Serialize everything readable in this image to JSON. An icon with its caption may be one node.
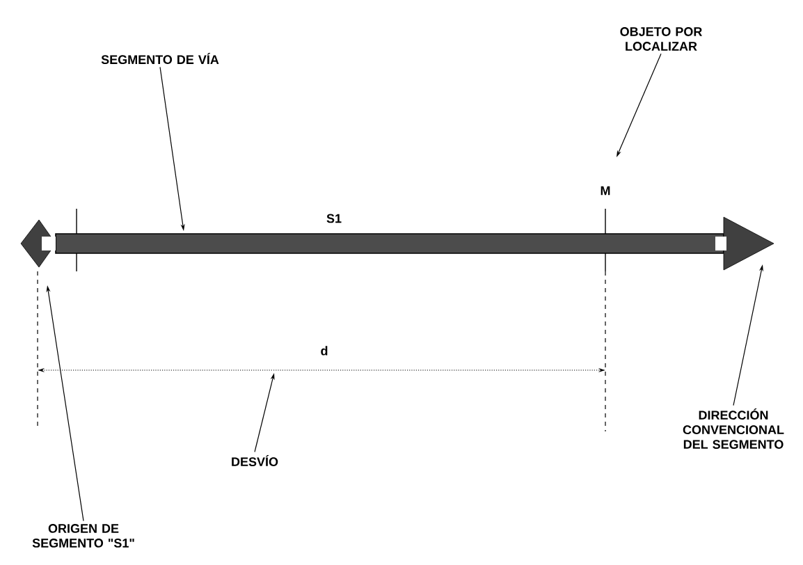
{
  "diagram": {
    "nodes": [
      {
        "text": [
          "SEGMENTO DE VÍA"
        ]
      },
      {
        "text": [
          "OBJETO POR LOCALIZAR"
        ]
      },
      {
        "text": [
          "DESVÍO"
        ]
      },
      {
        "text": [
          "DIRECCIÓN CONVENCIONAL DEL SEGMENTO"
        ]
      },
      {
        "text": [
          "ORIGEN DE SEGMENTO \"S1\""
        ]
      },
      {
        "text": [],
        "shape": "bar"
      }
    ],
    "edges": [
      {
        "from": 0,
        "to": 5,
        "arrow": "to"
      },
      {
        "from": 1,
        "to": null,
        "arrow": "to"
      },
      {
        "from": 2,
        "to": null,
        "arrow": "to"
      },
      {
        "from": 3,
        "to": 5,
        "arrow": "to"
      },
      {
        "from": 4,
        "to": null,
        "arrow": "to"
      }
    ],
    "labels": [
      "S1",
      "M",
      "d"
    ]
  }
}
